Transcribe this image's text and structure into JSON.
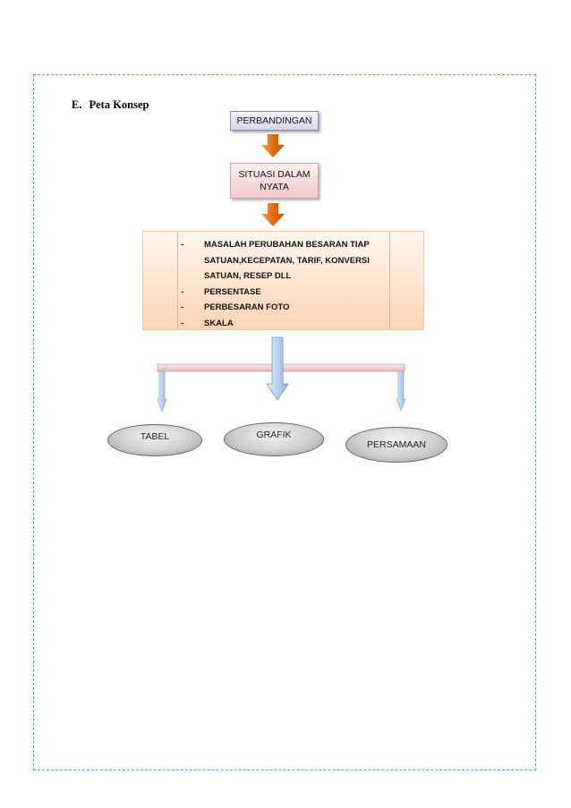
{
  "heading": {
    "number": "E.",
    "title": "Peta Konsep"
  },
  "nodes": {
    "top": "PERBANDINGAN",
    "middle_line1": "SITUASI DALAM",
    "middle_line2": "NYATA",
    "list": [
      {
        "marker": "-",
        "lines": [
          "MASALAH PERUBAHAN BESARAN TIAP",
          "SATUAN,KECEPATAN, TARIF, KONVERSI",
          "SATUAN, RESEP DLL"
        ]
      },
      {
        "marker": "-",
        "lines": [
          "PERSENTASE"
        ]
      },
      {
        "marker": "-",
        "lines": [
          "PERBESARAN FOTO"
        ]
      },
      {
        "marker": "-",
        "lines": [
          "SKALA"
        ]
      }
    ],
    "outputs": [
      "TABEL",
      "GRAFIK",
      "PERSAMAAN"
    ]
  },
  "colors": {
    "border": "#4bacc6",
    "arrow_orange": "#e46c0a",
    "arrow_blue": "#b9d3ee",
    "bar_pink": "#f2c8c8"
  }
}
